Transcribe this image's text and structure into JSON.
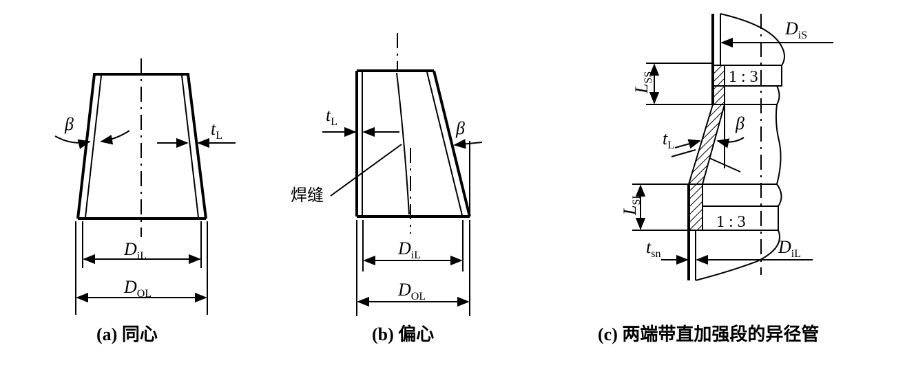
{
  "figure_a": {
    "caption": "(a) 同心",
    "beta": "β",
    "t_L": {
      "main": "t",
      "sub": "L"
    },
    "D_iL": {
      "main": "D",
      "sub": "iL"
    },
    "D_OL": {
      "main": "D",
      "sub": "OL"
    }
  },
  "figure_b": {
    "caption": "(b) 偏心",
    "beta": "β",
    "t_L": {
      "main": "t",
      "sub": "L"
    },
    "weld_label": "焊缝",
    "D_iL": {
      "main": "D",
      "sub": "iL"
    },
    "D_OL": {
      "main": "D",
      "sub": "OL"
    }
  },
  "figure_c": {
    "caption": "(c) 两端带直加强段的异径管",
    "D_iS": {
      "main": "D",
      "sub": "iS"
    },
    "L_SS": {
      "main": "L",
      "sub": "SS"
    },
    "ratio_top": "1 : 3",
    "beta": "β",
    "t_L": {
      "main": "t",
      "sub": "L"
    },
    "L_SL": {
      "main": "L",
      "sub": "SL"
    },
    "ratio_bottom": "1 : 3",
    "t_sn": {
      "main": "t",
      "sub": "sn"
    },
    "D_iL": {
      "main": "D",
      "sub": "iL"
    }
  }
}
